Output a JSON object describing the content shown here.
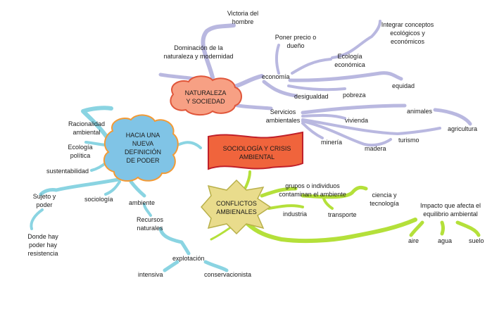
{
  "central": {
    "title_line1": "SOCIOLOGÍA Y CRISIS",
    "title_line2": "AMBIENTAL",
    "fill": "#f0643c",
    "stroke": "#c0202a"
  },
  "naturaleza": {
    "line1": "NATURALEZA",
    "line2": "Y SOCIEDAD",
    "fill": "#f7a084",
    "stroke": "#e0563a"
  },
  "poder": {
    "line1": "HACIA UNA",
    "line2": "NUEVA",
    "line3": "DEFINICIÓN",
    "line4": "DE PODER",
    "fill": "#80c4e6",
    "stroke": "#f39a35"
  },
  "conflictos": {
    "line1": "CONFLICTOS",
    "line2": "AMBIENALES",
    "fill": "#e9dc8c",
    "stroke": "#b8b04a"
  },
  "colors": {
    "lavender_branch": "#b9b8e0",
    "cyan_branch": "#8ad4e2",
    "lime_branch": "#b4e03a"
  },
  "labels": {
    "victoria_1": "Victoria del",
    "victoria_2": "hombre",
    "dominacion_1": "Dominación de la",
    "dominacion_2": "naturaleza y modernidad",
    "poner_1": "Poner precio o",
    "poner_2": "dueño",
    "integrar_1": "Integrar conceptos",
    "integrar_2": "ecológicos y",
    "integrar_3": "económicos",
    "ecologia_eco_1": "Ecología",
    "ecologia_eco_2": "económica",
    "economia": "economía",
    "equidad": "equidad",
    "desigualdad": "desigualdad",
    "pobreza": "pobreza",
    "servicios_1": "Servicios",
    "servicios_2": "ambientales",
    "animales": "animales",
    "vivienda": "vivienda",
    "agricultura": "agricultura",
    "turismo": "turismo",
    "mineria": "minería",
    "madera": "madera",
    "racionalidad_1": "Racionalidad",
    "racionalidad_2": "ambiental",
    "ecologia_pol_1": "Ecología",
    "ecologia_pol_2": "política",
    "sustentabilidad": "sustentabilidad",
    "sujeto_1": "Sujeto y",
    "sujeto_2": "poder",
    "sociologia": "sociología",
    "ambiente": "ambiente",
    "donde_1": "Donde hay",
    "donde_2": "poder hay",
    "donde_3": "resistencia",
    "recursos_1": "Recursos",
    "recursos_2": "naturales",
    "explotacion": "explotación",
    "intensiva": "intensiva",
    "conservacionista": "conservacionista",
    "grupos_1": "grupos o individuos",
    "grupos_2": "contaminan el ambiente",
    "ciencia_1": "ciencia y",
    "ciencia_2": "tecnología",
    "industria": "industria",
    "transporte": "transporte",
    "impacto_1": "Impacto que afecta el",
    "impacto_2": "equilibrio ambiental",
    "aire": "aire",
    "agua": "agua",
    "suelo": "suelo"
  }
}
